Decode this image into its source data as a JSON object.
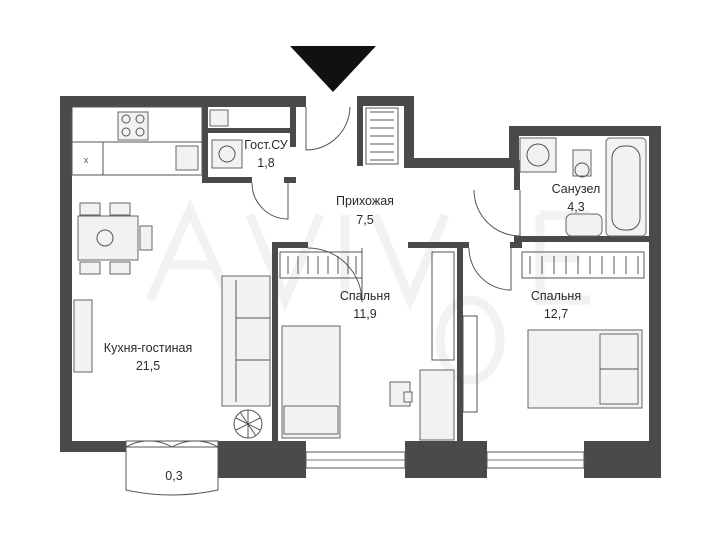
{
  "plan": {
    "rooms": [
      {
        "key": "wc",
        "name": "Гост.СУ",
        "area": "1,8"
      },
      {
        "key": "hall",
        "name": "Прихожая",
        "area": "7,5"
      },
      {
        "key": "bath",
        "name": "Санузел",
        "area": "4,3"
      },
      {
        "key": "bed1",
        "name": "Спальня",
        "area": "11,9"
      },
      {
        "key": "bed2",
        "name": "Спальня",
        "area": "12,7"
      },
      {
        "key": "kitchen",
        "name": "Кухня-гостиная",
        "area": "21,5"
      },
      {
        "key": "balcony",
        "name": "",
        "area": "0,3"
      }
    ],
    "entrance_marker": "entrance-arrow-icon",
    "colors": {
      "wall": "#4a4a4a",
      "furniture": "#f2f2f2",
      "line": "#555555"
    }
  }
}
